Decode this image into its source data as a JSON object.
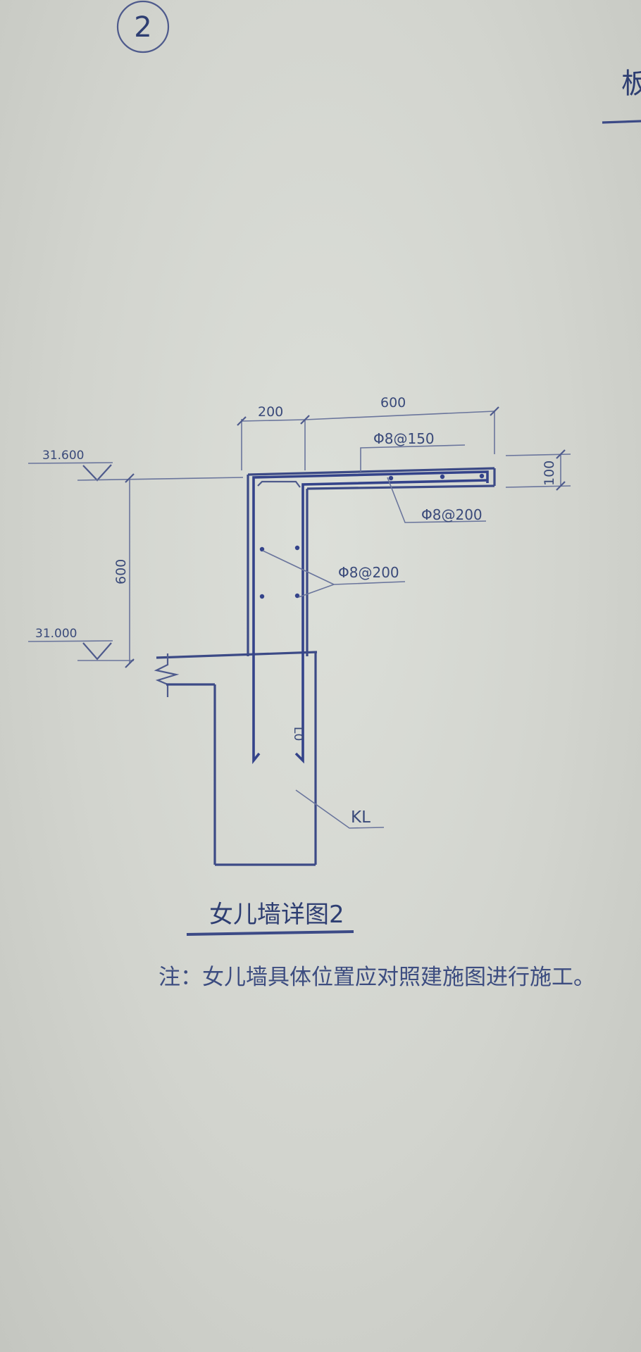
{
  "sheet": {
    "detail_marker": "2",
    "edge_fragment": "板"
  },
  "elevations": {
    "top": "31.600",
    "bottom": "31.000"
  },
  "dimensions": {
    "wall_width": "200",
    "slab_length": "600",
    "slab_thickness": "100",
    "wall_height": "600"
  },
  "rebar_labels": {
    "slab_top": "Φ8@150",
    "slab_bottom": "Φ8@200",
    "wall": "Φ8@200",
    "anchor": "L0"
  },
  "member_label": "KL",
  "title": "女儿墙详图2",
  "note": "注：女儿墙具体位置应对照建施图进行施工。"
}
